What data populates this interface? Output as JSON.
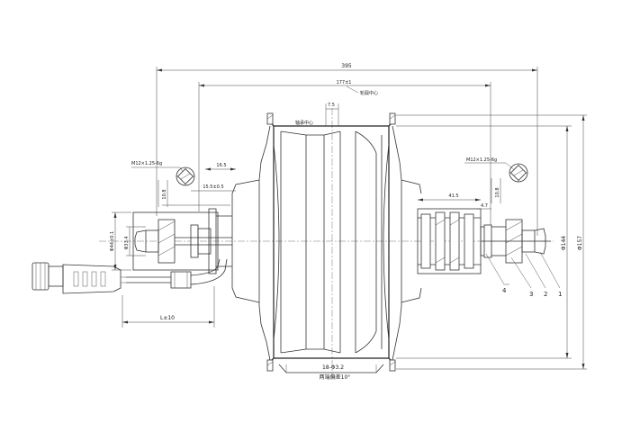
{
  "dimensions": {
    "total_length": "395",
    "hub_width": "177±1",
    "offset": "7.5",
    "thread_left": "M12×1.25-6g",
    "thread_right": "M12×1.25-6g",
    "left_flat": "10.8",
    "right_flat": "10.8",
    "left_spacing": "16.5",
    "left_sub": "15.5±0.5",
    "right_spacing": "41.5",
    "right_sub": "4.7",
    "left_dia_outer": "Φ44±0.1",
    "left_dia_inner": "Φ33.4",
    "right_dia_144": "Φ144",
    "right_dia_157": "Φ157",
    "cable_length": "L±10",
    "spoke_holes": "18-Φ3.2",
    "spoke_angle": "两端偏差10°",
    "label_center": "轮毂中心",
    "label_axle_center": "轴承中心"
  },
  "callouts": [
    "1",
    "2",
    "3",
    "4"
  ]
}
